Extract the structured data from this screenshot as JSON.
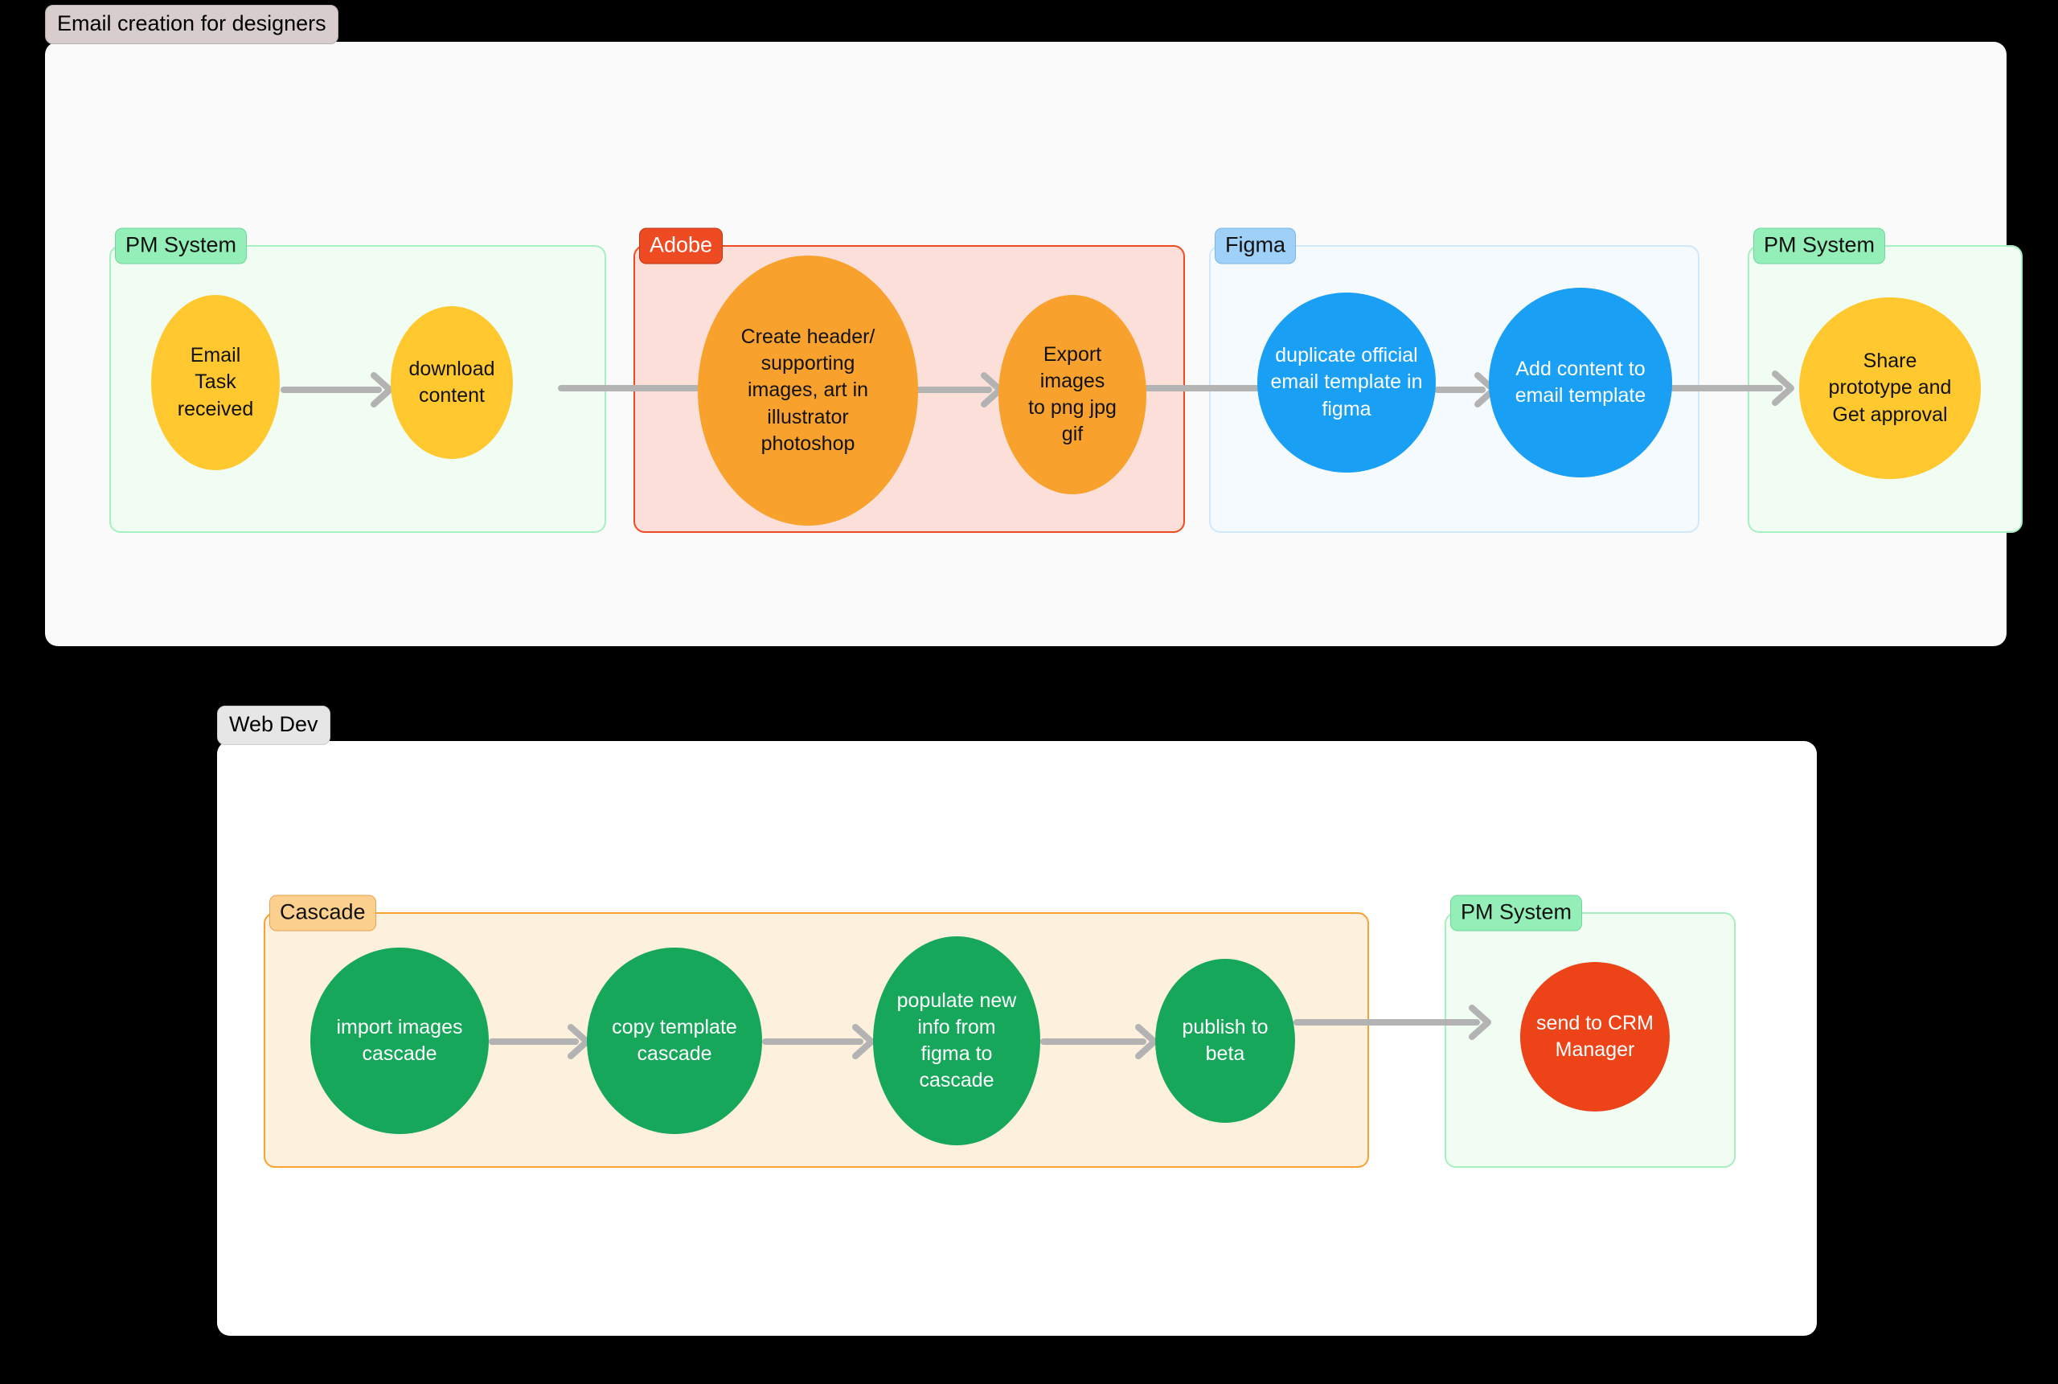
{
  "canvas": {
    "background": "#000000",
    "accents": {
      "yellow": "#ffc82e",
      "orange": "#f8a12d",
      "blue": "#199ff4",
      "green": "#17a75b",
      "red": "#ec4418",
      "arrow": "#b3b3b3"
    }
  },
  "lanes": [
    {
      "title": "Email creation for designers",
      "groups": [
        {
          "label": "PM System",
          "color": "green",
          "nodes": [
            {
              "text": "Email\nTask\nreceived",
              "color": "yellow"
            },
            {
              "text": "download\ncontent",
              "color": "yellow"
            }
          ]
        },
        {
          "label": "Adobe",
          "color": "red",
          "nodes": [
            {
              "text": "Create header/\nsupporting\nimages, art in\nillustrator\nphotoshop",
              "color": "orange"
            },
            {
              "text": "Export\nimages\nto png jpg\ngif",
              "color": "orange"
            }
          ]
        },
        {
          "label": "Figma",
          "color": "blue",
          "nodes": [
            {
              "text": "duplicate official\nemail template in\nfigma",
              "color": "blue"
            },
            {
              "text": "Add content to\nemail template",
              "color": "blue"
            }
          ]
        },
        {
          "label": "PM System",
          "color": "green",
          "nodes": [
            {
              "text": "Share\nprototype and\nGet approval",
              "color": "yellow"
            }
          ]
        }
      ]
    },
    {
      "title": "Web Dev",
      "groups": [
        {
          "label": "Cascade",
          "color": "orange",
          "nodes": [
            {
              "text": "import images\ncascade",
              "color": "green"
            },
            {
              "text": "copy template\ncascade",
              "color": "green"
            },
            {
              "text": "populate new\ninfo from\nfigma to\ncascade",
              "color": "green"
            },
            {
              "text": "publish to\nbeta",
              "color": "green"
            }
          ]
        },
        {
          "label": "PM System",
          "color": "green",
          "nodes": [
            {
              "text": "send to CRM\nManager",
              "color": "red"
            }
          ]
        }
      ]
    }
  ],
  "flow_data": {
    "type": "flowchart",
    "direction": "left-to-right",
    "lane_1_sequence": [
      "Email Task received",
      "download content",
      "Create header/ supporting images, art in illustrator photoshop",
      "Export images to png jpg gif",
      "duplicate official email template in figma",
      "Add content to email template",
      "Share prototype and Get approval"
    ],
    "lane_2_sequence": [
      "import images cascade",
      "copy template cascade",
      "populate new info from figma to cascade",
      "publish to beta",
      "send to CRM Manager"
    ]
  }
}
